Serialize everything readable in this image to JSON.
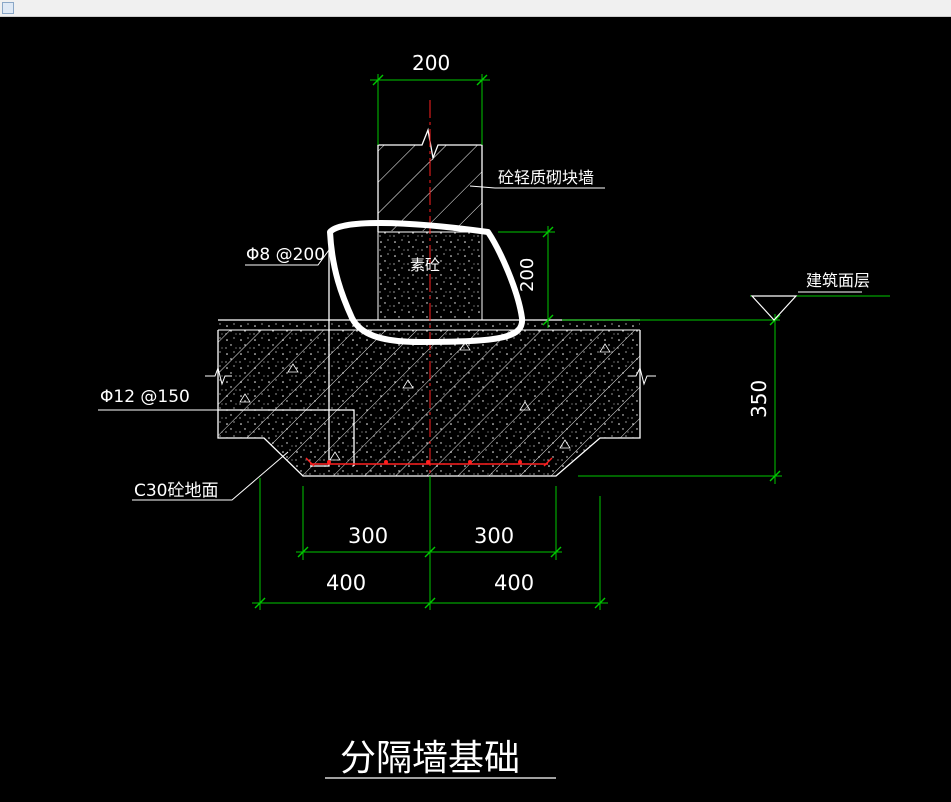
{
  "drawing": {
    "title": "分隔墙基础",
    "labels": {
      "wall": "砼轻质砌块墙",
      "plain_concrete": "素砼",
      "top_rebar": "Φ8 @200",
      "bottom_rebar": "Φ12 @150",
      "slab": "C30砼地面",
      "floor_finish": "建筑面层"
    },
    "dimensions": {
      "wall_width": "200",
      "plain_concrete_height": "200",
      "footing_height": "350",
      "half_bottom_left": "300",
      "half_bottom_right": "300",
      "half_top_left": "400",
      "half_top_right": "400"
    }
  },
  "colors": {
    "background": "#000000",
    "lines": "#ffffff",
    "dimension": "#00c800",
    "centerline": "#ff2020",
    "rebar": "#ff2020",
    "highlight": "#ffffff"
  },
  "icons": {
    "window_corner": "window-corner-icon"
  }
}
